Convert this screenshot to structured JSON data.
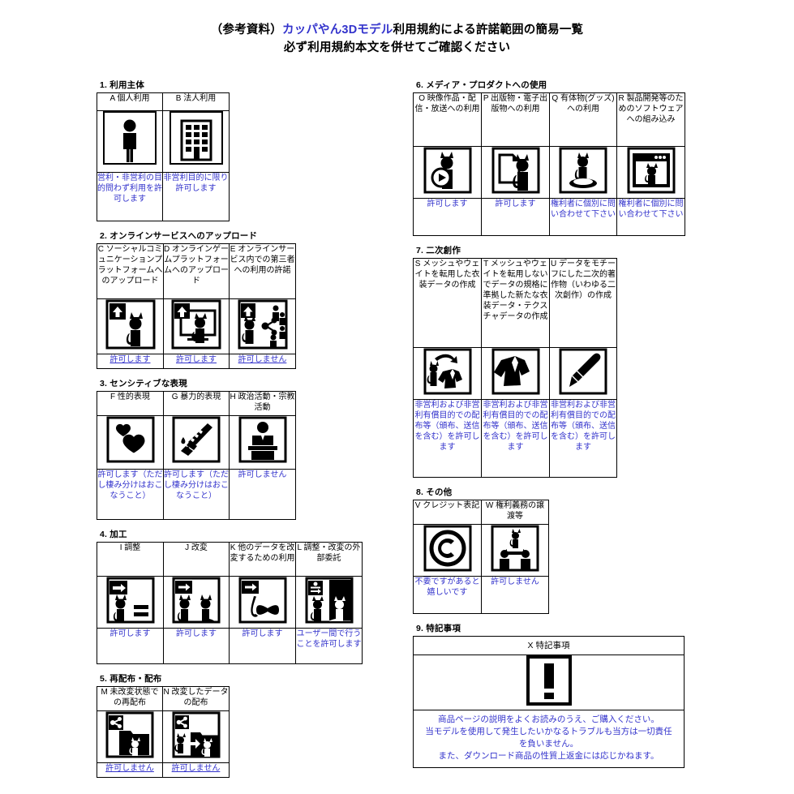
{
  "title": {
    "line1_prefix": "（参考資料）",
    "line1_blue": "カッパやん3Dモデル",
    "line1_suffix": "利用規約による許諾範囲の簡易一覧",
    "line2": "必ず利用規約本文を併せてご確認ください"
  },
  "accent_color": "#3333cc",
  "sections": [
    {
      "id": "s1",
      "heading": "1. 利用主体",
      "cells": [
        {
          "letter": "A",
          "header": "A 個人利用",
          "icon": "person-icon",
          "note": "営利・非営利の目的問わず利用を許可します",
          "underline": false
        },
        {
          "letter": "B",
          "header": "B 法人利用",
          "icon": "building-icon",
          "note": "非営利目的に限り許可します",
          "underline": false
        }
      ]
    },
    {
      "id": "s2",
      "heading": "2. オンラインサービスへのアップロード",
      "cells": [
        {
          "letter": "C",
          "header": "C ソーシャルコミュニケーションプラットフォームへのアップロード",
          "icon": "upload-cat-icon",
          "note": "許可します",
          "underline": true
        },
        {
          "letter": "D",
          "header": "D オンラインゲームプラットフォームへのアップロード",
          "icon": "upload-cat-monitor-icon",
          "note": "許可します",
          "underline": true
        },
        {
          "letter": "E",
          "header": "E オンラインサービス内での第三者への利用の許諾",
          "icon": "upload-cat-share-people-icon",
          "note": "許可しません",
          "underline": true
        }
      ]
    },
    {
      "id": "s3",
      "heading": "3. センシティブな表現",
      "cells": [
        {
          "letter": "F",
          "header": "F 性的表現",
          "icon": "hearts-icon",
          "note": "許可します（ただし棲み分けはおこなうこと）",
          "underline": false
        },
        {
          "letter": "G",
          "header": "G 暴力的表現",
          "icon": "knife-blood-icon",
          "note": "許可します（ただし棲み分けはおこなうこと）",
          "underline": false
        },
        {
          "letter": "H",
          "header": "H 政治活動・宗教活動",
          "icon": "podium-speaker-icon",
          "note": "許可しません",
          "underline": false
        }
      ]
    },
    {
      "id": "s4",
      "heading": "4. 加工",
      "cells": [
        {
          "letter": "I",
          "header": "I 調整",
          "icon": "arrow-cat-equals-icon",
          "note": "許可します",
          "underline": false
        },
        {
          "letter": "J",
          "header": "J 改変",
          "icon": "arrow-two-cats-icon",
          "note": "許可します",
          "underline": false
        },
        {
          "letter": "K",
          "header": "K 他のデータを改変するための利用",
          "icon": "arrow-cat-other-icon",
          "note": "許可します",
          "underline": false
        },
        {
          "letter": "L",
          "header": "L 調整・改変の外部委託",
          "icon": "outsourcing-two-cats-icon",
          "note": "ユーザー間で行うことを許可します",
          "underline": false
        }
      ]
    },
    {
      "id": "s5",
      "heading": "5. 再配布・配布",
      "cells": [
        {
          "letter": "M",
          "header": "M 未改変状態での再配布",
          "icon": "share-folder-cat-icon",
          "note": "許可しません",
          "underline": true
        },
        {
          "letter": "N",
          "header": "N 改変したデータの配布",
          "icon": "share-folder-modified-cat-icon",
          "note": "許可しません",
          "underline": true
        }
      ]
    },
    {
      "id": "s6",
      "heading": "6. メディア・プロダクトへの使用",
      "cells": [
        {
          "letter": "O",
          "header": "O 映像作品・配信・放送への利用",
          "icon": "play-cat-icon",
          "note": "許可します",
          "underline": false
        },
        {
          "letter": "P",
          "header": "P 出版物・電子出版物への利用",
          "icon": "document-cat-icon",
          "note": "許可します",
          "underline": false
        },
        {
          "letter": "Q",
          "header": "Q 有体物(グッズ)への利用",
          "icon": "figurine-cat-icon",
          "note": "権利者に個別に問い合わせて下さい",
          "underline": false
        },
        {
          "letter": "R",
          "header": "R 製品開発等のためのソフトウェアへの組み込み",
          "icon": "window-cat-icon",
          "note": "権利者に個別に問い合わせて下さい",
          "underline": false
        }
      ]
    },
    {
      "id": "s7",
      "heading": "7. 二次創作",
      "cells": [
        {
          "letter": "S",
          "header": "S メッシュやウェイトを転用した衣装データの作成",
          "icon": "cat-to-costume-icon",
          "note": "非営利および非営利有償目的での配布等（頒布、送信を含む）を許可します",
          "underline": false
        },
        {
          "letter": "T",
          "header": "T メッシュやウェイトを転用しないでデータの規格に準拠した新たな衣装データ・テクスチャデータの作成",
          "icon": "costume-icon",
          "note": "非営利および非営利有償目的での配布等（頒布、送信を含む）を許可します",
          "underline": false
        },
        {
          "letter": "U",
          "header": "U データをモチーフにした二次的著作物（いわゆる二次創作）の作成",
          "icon": "paintbrush-icon",
          "note": "非営利および非営利有償目的での配布等（頒布、送信を含む）を許可します",
          "underline": false
        }
      ]
    },
    {
      "id": "s8",
      "heading": "8. その他",
      "cells": [
        {
          "letter": "V",
          "header": "V クレジット表記",
          "icon": "copyright-icon",
          "note": "不要ですがあると嬉しいです",
          "underline": false
        },
        {
          "letter": "W",
          "header": "W 権利義務の譲渡等",
          "icon": "transfer-people-cat-icon",
          "note": "許可しません",
          "underline": false
        }
      ]
    }
  ],
  "section9": {
    "heading": "9. 特記事項",
    "title": "X 特記事項",
    "icon": "exclamation-warning-icon",
    "notes": [
      "商品ページの説明をよくお読みのうえ、ご購入ください。",
      "当モデルを使用して発生したいかなるトラブルも当方は一切責任",
      "を負いません。",
      "また、ダウンロード商品の性質上返金には応じかねます。"
    ]
  }
}
